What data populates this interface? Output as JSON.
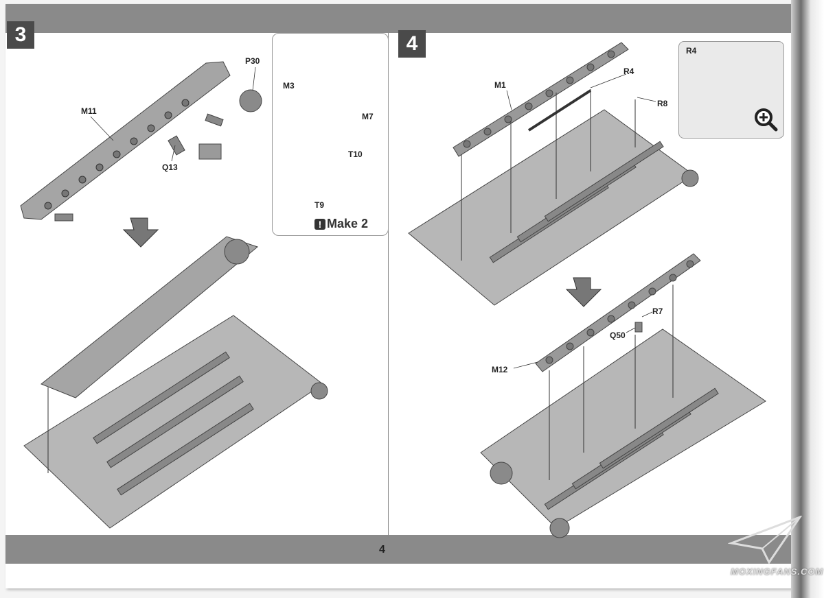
{
  "page_number": "4",
  "steps": [
    {
      "number": "3",
      "labels": {
        "m11": "M11",
        "p30": "P30",
        "q13": "Q13"
      },
      "callout": {
        "m3": "M3",
        "m7": "M7",
        "t10": "T10",
        "t9": "T9",
        "note": "Make 2"
      }
    },
    {
      "number": "4",
      "labels": {
        "m1": "M1",
        "r4": "R4",
        "r8": "R8",
        "r7": "R7",
        "q50": "Q50",
        "m12": "M12"
      },
      "inset_label": "R4"
    }
  ],
  "watermark": "MOXINGFANS.COM",
  "colors": {
    "bar": "#8a8a8a",
    "part": "#9a9a9a",
    "line": "#444444"
  }
}
